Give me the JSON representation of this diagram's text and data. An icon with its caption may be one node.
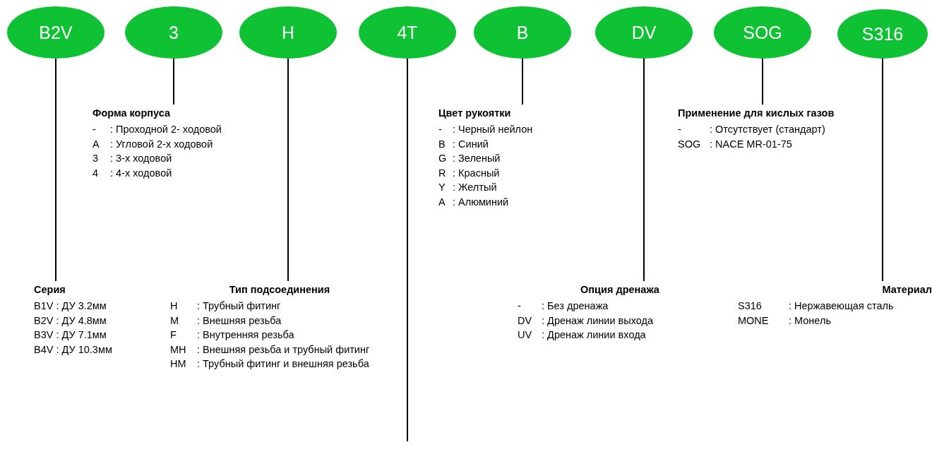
{
  "diagram": {
    "nodes": [
      {
        "text": [
          "B2V"
        ]
      },
      {
        "text": [
          "3"
        ]
      },
      {
        "text": [
          "H"
        ]
      },
      {
        "text": [
          "4T"
        ]
      },
      {
        "text": [
          "B"
        ]
      },
      {
        "text": [
          "DV"
        ]
      },
      {
        "text": [
          "SOG"
        ]
      },
      {
        "text": [
          "S316"
        ]
      },
      {
        "text": [
          "Серия",
          "B1V : ДУ 3.2мм",
          "B2V : ДУ 4.8мм",
          "B3V : ДУ 7.1мм",
          "B4V : ДУ 10.3мм"
        ]
      },
      {
        "text": [
          "Форма корпуса",
          "- : Проходной 2- ходовой",
          "A : Угловой 2-х ходовой",
          "3 : 3-х ходовой",
          "4 : 4-х ходовой"
        ]
      },
      {
        "text": [
          "Тип подсоединения",
          "H : Трубный фитинг",
          "M : Внешняя резьба",
          "F : Внутренняя резьба",
          "MH : Внешняя резьба и трубный фитинг",
          "HM : Трубный фитинг и внешняя резьба"
        ]
      },
      {
        "text": [
          "Цвет рукоятки",
          "- : Черный нейлон",
          "B : Синий",
          "G : Зеленый",
          "R : Красный",
          "Y : Желтый",
          "A : Алюминий"
        ]
      },
      {
        "text": [
          "Опция дренажа",
          "- : Без дренажа",
          "DV : Дренаж линии выхода",
          "UV : Дренаж линии входа"
        ]
      },
      {
        "text": [
          "Применение для кислых газов",
          "- : Отсутствует (стандарт)",
          "SOG : NACE MR-01-75"
        ]
      },
      {
        "text": [
          "Материал",
          "S316 : Нержавеющая сталь",
          "MONE : Монель"
        ]
      }
    ],
    "edges": [
      {
        "from": 0,
        "to": 8,
        "arrow": "none"
      },
      {
        "from": 1,
        "to": 9,
        "arrow": "none"
      },
      {
        "from": 2,
        "to": 10,
        "arrow": "none"
      },
      {
        "from": 3,
        "to": null,
        "arrow": "none"
      },
      {
        "from": 4,
        "to": 11,
        "arrow": "none"
      },
      {
        "from": 5,
        "to": 12,
        "arrow": "none"
      },
      {
        "from": 6,
        "to": 13,
        "arrow": "none"
      },
      {
        "from": 7,
        "to": 14,
        "arrow": "none"
      }
    ]
  }
}
